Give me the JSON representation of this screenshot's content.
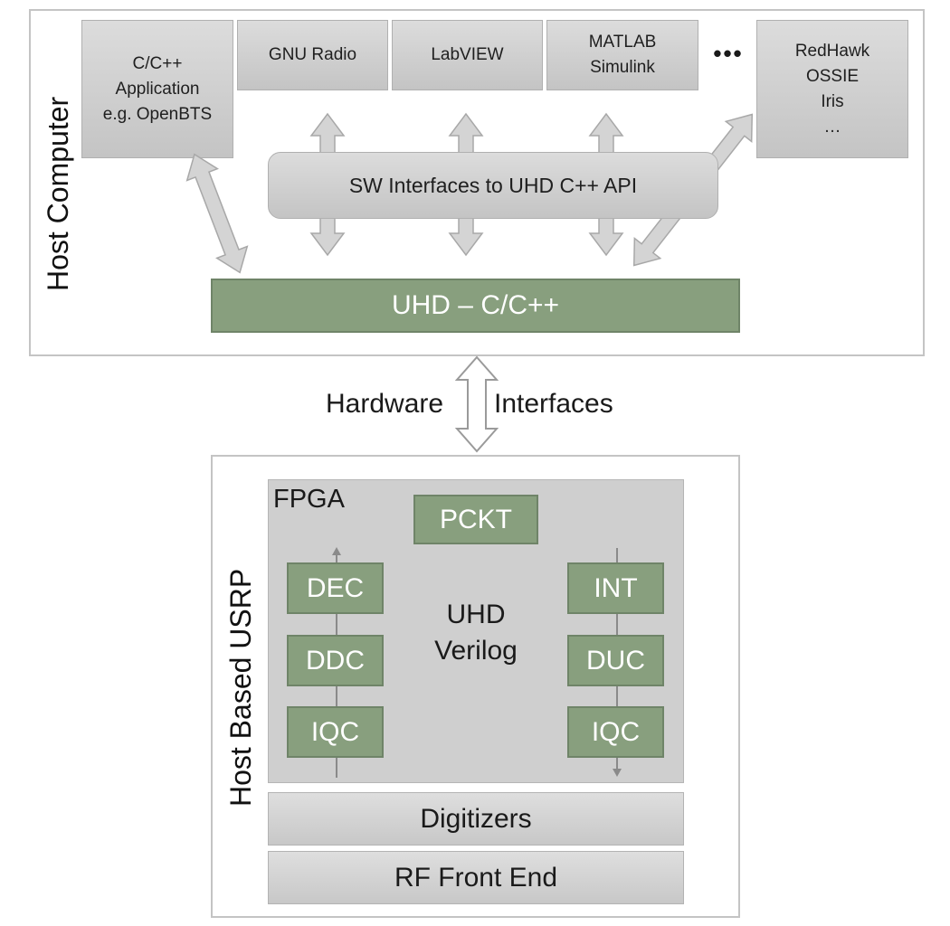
{
  "host_computer": {
    "label": "Host Computer",
    "apps": [
      {
        "text": "C/C++\nApplication\ne.g. OpenBTS"
      },
      {
        "text": "GNU Radio"
      },
      {
        "text": "LabVIEW"
      },
      {
        "text": "MATLAB\nSimulink"
      },
      {
        "text": "RedHawk\nOSSIE\nIris\n…"
      }
    ],
    "ellipsis": "•••",
    "sw_interfaces": "SW Interfaces to UHD C++ API",
    "uhd": "UHD – C/C++"
  },
  "hardware_interfaces": {
    "left": "Hardware",
    "right": "Interfaces"
  },
  "usrp": {
    "label": "Host Based USRP",
    "fpga": {
      "label": "FPGA",
      "pckt": "PCKT",
      "center": "UHD\nVerilog",
      "rx_chain": [
        "DEC",
        "DDC",
        "IQC"
      ],
      "tx_chain": [
        "INT",
        "DUC",
        "IQC"
      ]
    },
    "digitizers": "Digitizers",
    "rf_front_end": "RF Front End"
  },
  "colors": {
    "green_block": "#889f7e",
    "gray_block": "#c8c8c8",
    "arrow_fill": "#d4d4d4"
  }
}
